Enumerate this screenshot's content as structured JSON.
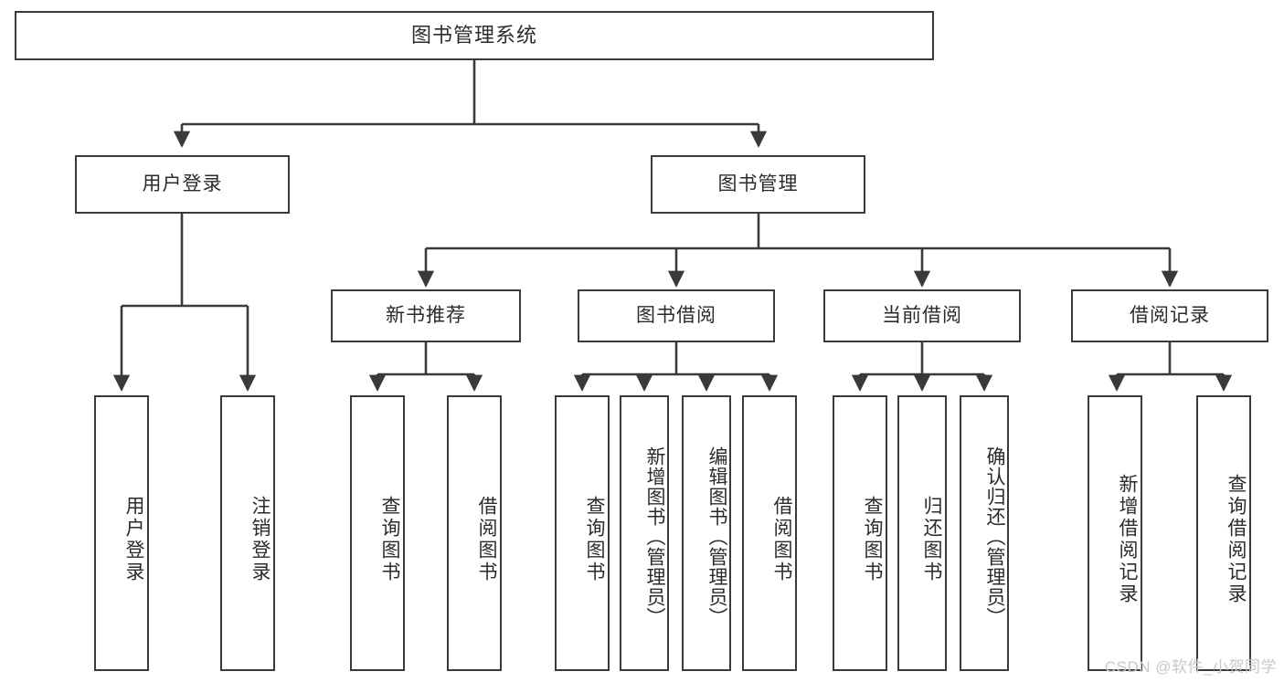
{
  "diagram": {
    "type": "tree",
    "title": "图书管理系统",
    "orientation": "top-down",
    "watermark": "CSDN @软件_小贺同学",
    "colors": {
      "background": "#ffffff",
      "box_border": "#3a3a3a",
      "box_fill": "#ffffff",
      "text": "#2b2b2b",
      "connector": "#3a3a3a",
      "watermark": "#c9c9c9"
    },
    "root": {
      "label": "图书管理系统"
    },
    "level2": [
      {
        "label": "用户登录"
      },
      {
        "label": "图书管理"
      }
    ],
    "level3": [
      {
        "label": "新书推荐"
      },
      {
        "label": "图书借阅"
      },
      {
        "label": "当前借阅"
      },
      {
        "label": "借阅记录"
      }
    ],
    "leaves": [
      {
        "label": "用户登录",
        "parent": "用户登录"
      },
      {
        "label": "注销登录",
        "parent": "用户登录"
      },
      {
        "label": "查询图书",
        "parent": "新书推荐"
      },
      {
        "label": "借阅图书",
        "parent": "新书推荐"
      },
      {
        "label": "查询图书",
        "parent": "图书借阅"
      },
      {
        "label": "新增图书（管理员）",
        "parent": "图书借阅"
      },
      {
        "label": "编辑图书（管理员）",
        "parent": "图书借阅"
      },
      {
        "label": "借阅图书",
        "parent": "图书借阅"
      },
      {
        "label": "查询图书",
        "parent": "当前借阅"
      },
      {
        "label": "归还图书",
        "parent": "当前借阅"
      },
      {
        "label": "确认归还（管理员）",
        "parent": "当前借阅"
      },
      {
        "label": "新增借阅记录",
        "parent": "借阅记录"
      },
      {
        "label": "查询借阅记录",
        "parent": "借阅记录"
      }
    ]
  }
}
